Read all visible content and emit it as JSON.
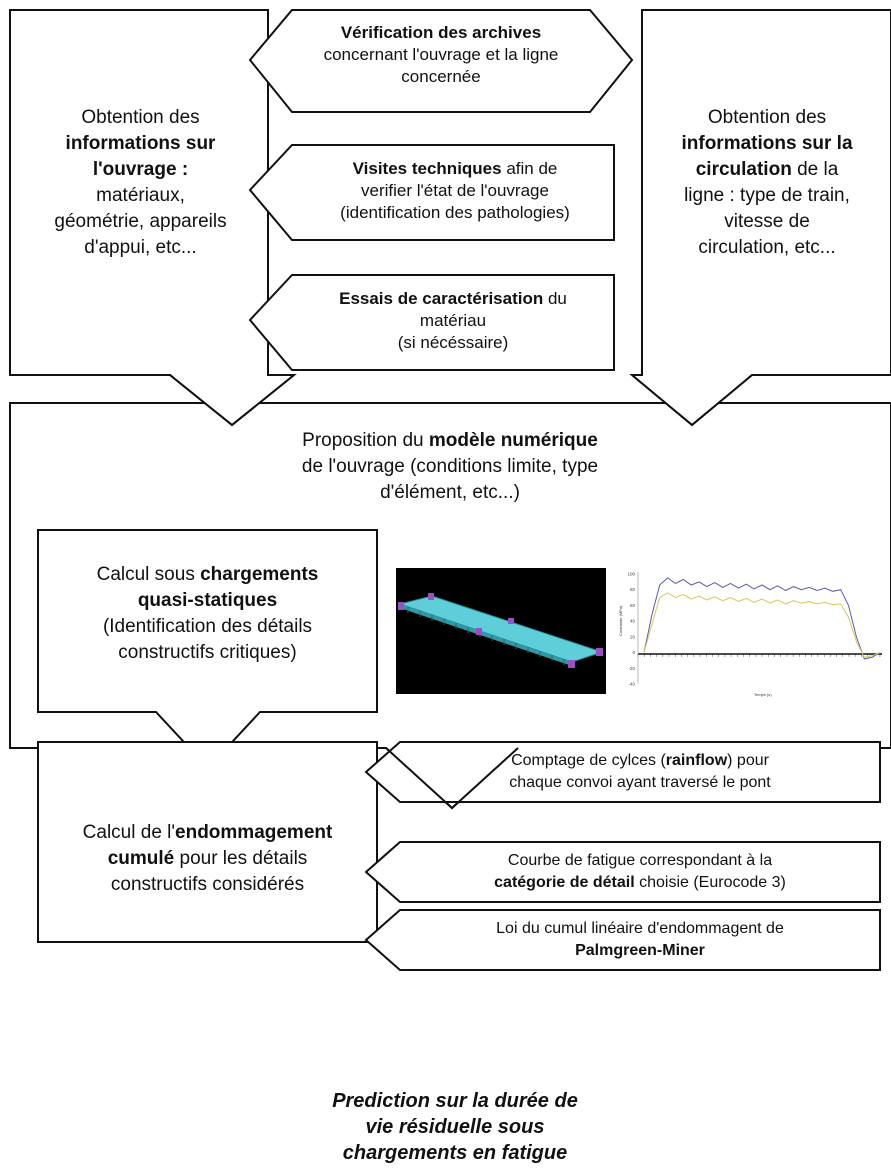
{
  "left_box": {
    "line1": "Obtention des",
    "line2_bold": "informations sur",
    "line3_bold": "l'ouvrage :",
    "line4": "matériaux,",
    "line5": "géométrie, appareils",
    "line6": "d'appui, etc..."
  },
  "right_box": {
    "line1": "Obtention des",
    "line2_bold": "informations sur la",
    "line3_bold": "circulation",
    "line3_rest": " de la",
    "line4": "ligne :  type de train,",
    "line5": "vitesse de",
    "line6": "circulation, etc..."
  },
  "archives": {
    "line1_bold": "Vérification des archives",
    "line2": "concernant l'ouvrage et la ligne",
    "line3": "concernée"
  },
  "visites": {
    "line1_bold": "Visites techniques",
    "line1_rest": " afin de",
    "line2": "verifier l'état de l'ouvrage",
    "line3": "(identification des pathologies)"
  },
  "essais": {
    "line1_bold": "Essais de caractérisation",
    "line1_rest": " du",
    "line2": "matériau",
    "line3": "(si nécéssaire)"
  },
  "modele": {
    "line1_pre": "Proposition du ",
    "line1_bold": "modèle numérique",
    "line2": "de l'ouvrage (conditions limite, type",
    "line3": "d'élément, etc...)"
  },
  "calcul_statique": {
    "line1_pre": "Calcul sous ",
    "line1_bold": "chargements",
    "line2_bold": "quasi-statiques",
    "line3": "(Identification des détails",
    "line4": "constructifs critiques)"
  },
  "endommagement": {
    "line1_pre": "Calcul de l'",
    "line1_bold": "endommagement",
    "line2_bold": "cumulé",
    "line2_rest": " pour les détails",
    "line3": "constructifs considérés"
  },
  "rainflow": {
    "line1_pre": "Comptage de cylces (",
    "line1_bold": "rainflow",
    "line1_post": ") pour",
    "line2": "chaque convoi ayant traversé le pont"
  },
  "fatigue": {
    "line1": "Courbe de fatigue correspondant à la",
    "line2_bold": "catégorie de détail",
    "line2_rest": " choisie (Eurocode 3)"
  },
  "miner": {
    "line1": "Loi du cumul linéaire d'endommagent de",
    "line2_bold": "Palmgreen-Miner"
  },
  "final": {
    "line1": "Prediction sur la durée de",
    "line2": "vie résiduelle sous",
    "line3": "chargements en fatigue"
  },
  "stress_plot": {
    "y_axis_label": "Contrainte (MPa)",
    "x_axis_label": "Temps (s)",
    "y_ticks": [
      "100",
      "80",
      "60",
      "40",
      "20",
      "0",
      "-20",
      "-40"
    ],
    "series": [
      {
        "color": "#5a5aa8",
        "values": [
          0,
          48,
          86,
          95,
          88,
          93,
          86,
          90,
          84,
          89,
          83,
          88,
          82,
          87,
          81,
          86,
          80,
          85,
          79,
          84,
          80,
          83,
          79,
          82,
          78,
          80,
          60,
          20,
          -8,
          -6,
          0
        ]
      },
      {
        "color": "#d8c858",
        "values": [
          0,
          36,
          70,
          76,
          70,
          74,
          68,
          72,
          67,
          71,
          66,
          70,
          65,
          69,
          64,
          68,
          63,
          67,
          62,
          66,
          63,
          65,
          62,
          64,
          61,
          62,
          45,
          14,
          -6,
          -4,
          0
        ]
      }
    ]
  },
  "colors": {
    "stroke": "#111111",
    "deck": "#5ecfd8",
    "deck_bg": "#000000",
    "bearings": "#9a50c0"
  }
}
